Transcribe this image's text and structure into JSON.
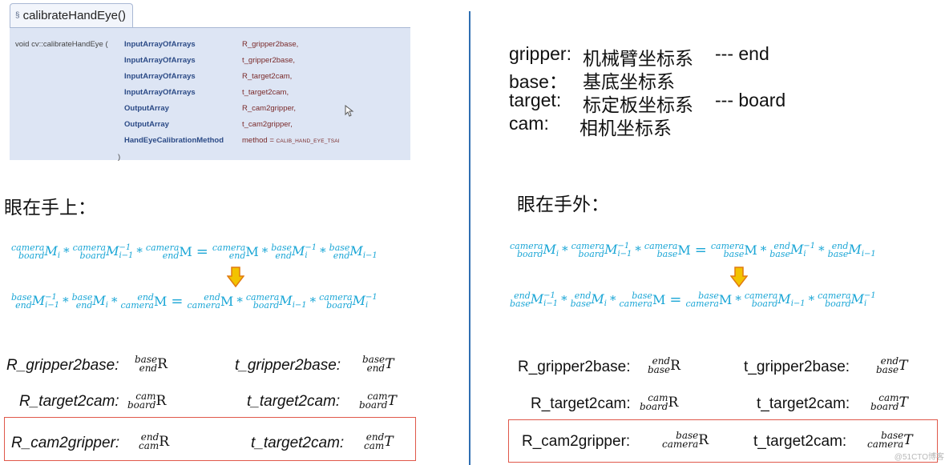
{
  "api": {
    "section_symbol": "§",
    "title": "calibrateHandEye()",
    "prefix": "void cv::calibrateHandEye (",
    "params": [
      {
        "type": "InputArrayOfArrays",
        "name": "R_gripper2base,"
      },
      {
        "type": "InputArrayOfArrays",
        "name": "t_gripper2base,"
      },
      {
        "type": "InputArrayOfArrays",
        "name": "R_target2cam,"
      },
      {
        "type": "InputArrayOfArrays",
        "name": "t_target2cam,"
      },
      {
        "type": "OutputArray",
        "name": "R_cam2gripper,"
      },
      {
        "type": "OutputArray",
        "name": "t_cam2gripper,"
      },
      {
        "type": "HandEyeCalibrationMethod",
        "name": "method = ",
        "default": "CALIB_HAND_EYE_TSAI"
      }
    ],
    "close": ")"
  },
  "legend": [
    {
      "term": "gripper:",
      "desc": "机械臂坐标系",
      "alias": "--- end"
    },
    {
      "term": "base：",
      "desc": "基底坐标系",
      "alias": ""
    },
    {
      "term": "target:",
      "desc": "标定板坐标系",
      "alias": "--- board"
    },
    {
      "term": "cam:",
      "desc": "相机坐标系",
      "alias": ""
    }
  ],
  "left": {
    "heading": "眼在手上：",
    "eq1": {
      "t1": {
        "sup": "camera",
        "sub": "board",
        "b": "M",
        "bsub": "i",
        "bsup": ""
      },
      "t2": {
        "sup": "camera",
        "sub": "board",
        "b": "M",
        "bsub": "i−1",
        "bsup": "−1"
      },
      "t3": {
        "sup": "camera",
        "sub": "end",
        "b": "M",
        "bsub": "",
        "bsup": ""
      },
      "t4": {
        "sup": "camera",
        "sub": "end",
        "b": "M",
        "bsub": "",
        "bsup": ""
      },
      "t5": {
        "sup": "base",
        "sub": "end",
        "b": "M",
        "bsub": "i",
        "bsup": "−1"
      },
      "t6": {
        "sup": "base",
        "sub": "end",
        "b": "M",
        "bsub": "i−1",
        "bsup": ""
      }
    },
    "eq2": {
      "t1": {
        "sup": "base",
        "sub": "end",
        "b": "M",
        "bsub": "i−1",
        "bsup": "−1"
      },
      "t2": {
        "sup": "base",
        "sub": "end",
        "b": "M",
        "bsub": "i",
        "bsup": ""
      },
      "t3": {
        "sup": "end",
        "sub": "camera",
        "b": "M",
        "bsub": "",
        "bsup": ""
      },
      "t4": {
        "sup": "end",
        "sub": "camera",
        "b": "M",
        "bsub": "",
        "bsup": ""
      },
      "t5": {
        "sup": "camera",
        "sub": "board",
        "b": "M",
        "bsub": "i−1",
        "bsup": ""
      },
      "t6": {
        "sup": "camera",
        "sub": "board",
        "b": "M",
        "bsub": "i",
        "bsup": "−1"
      }
    },
    "ops": {
      "times": "*",
      "equals": "="
    },
    "mappings": [
      {
        "label": "R_gripper2base:",
        "sup": "base",
        "sub": "end",
        "b": "R"
      },
      {
        "label": "t_gripper2base:",
        "sup": "base",
        "sub": "end",
        "b": "T"
      },
      {
        "label": "R_target2cam:",
        "sup": "cam",
        "sub": "board",
        "b": "R"
      },
      {
        "label": "t_target2cam:",
        "sup": "cam",
        "sub": "board",
        "b": "T"
      },
      {
        "label": "R_cam2gripper:",
        "sup": "end",
        "sub": "cam",
        "b": "R"
      },
      {
        "label": "t_target2cam:",
        "sup": "end",
        "sub": "cam",
        "b": "T"
      }
    ]
  },
  "right": {
    "heading": "眼在手外：",
    "eq1": {
      "t1": {
        "sup": "camera",
        "sub": "board",
        "b": "M",
        "bsub": "i",
        "bsup": ""
      },
      "t2": {
        "sup": "camera",
        "sub": "board",
        "b": "M",
        "bsub": "i−1",
        "bsup": "−1"
      },
      "t3": {
        "sup": "camera",
        "sub": "base",
        "b": "M",
        "bsub": "",
        "bsup": ""
      },
      "t4": {
        "sup": "camera",
        "sub": "base",
        "b": "M",
        "bsub": "",
        "bsup": ""
      },
      "t5": {
        "sup": "end",
        "sub": "base",
        "b": "M",
        "bsub": "i",
        "bsup": "−1"
      },
      "t6": {
        "sup": "end",
        "sub": "base",
        "b": "M",
        "bsub": "i−1",
        "bsup": ""
      }
    },
    "eq2": {
      "t1": {
        "sup": "end",
        "sub": "base",
        "b": "M",
        "bsub": "i−1",
        "bsup": "−1"
      },
      "t2": {
        "sup": "end",
        "sub": "base",
        "b": "M",
        "bsub": "i",
        "bsup": ""
      },
      "t3": {
        "sup": "base",
        "sub": "camera",
        "b": "M",
        "bsub": "",
        "bsup": ""
      },
      "t4": {
        "sup": "base",
        "sub": "camera",
        "b": "M",
        "bsub": "",
        "bsup": ""
      },
      "t5": {
        "sup": "camera",
        "sub": "board",
        "b": "M",
        "bsub": "i−1",
        "bsup": ""
      },
      "t6": {
        "sup": "camera",
        "sub": "board",
        "b": "M",
        "bsub": "i",
        "bsup": "−1"
      }
    },
    "mappings": [
      {
        "label": "R_gripper2base:",
        "sup": "end",
        "sub": "base",
        "b": "R"
      },
      {
        "label": "t_gripper2base:",
        "sup": "end",
        "sub": "base",
        "b": "T"
      },
      {
        "label": "R_target2cam:",
        "sup": "cam",
        "sub": "board",
        "b": "R"
      },
      {
        "label": "t_target2cam:",
        "sup": "cam",
        "sub": "board",
        "b": "T"
      },
      {
        "label": "R_cam2gripper:",
        "sup": "base",
        "sub": "camera",
        "b": "R"
      },
      {
        "label": "t_target2cam:",
        "sup": "base",
        "sub": "camera",
        "b": "T"
      }
    ]
  },
  "watermark": "@51CTO博客",
  "colors": {
    "equation": "#1aa6d6",
    "highlight_box": "#e0584a",
    "divider": "#2f6fb2",
    "arrow": "#f2c300"
  }
}
